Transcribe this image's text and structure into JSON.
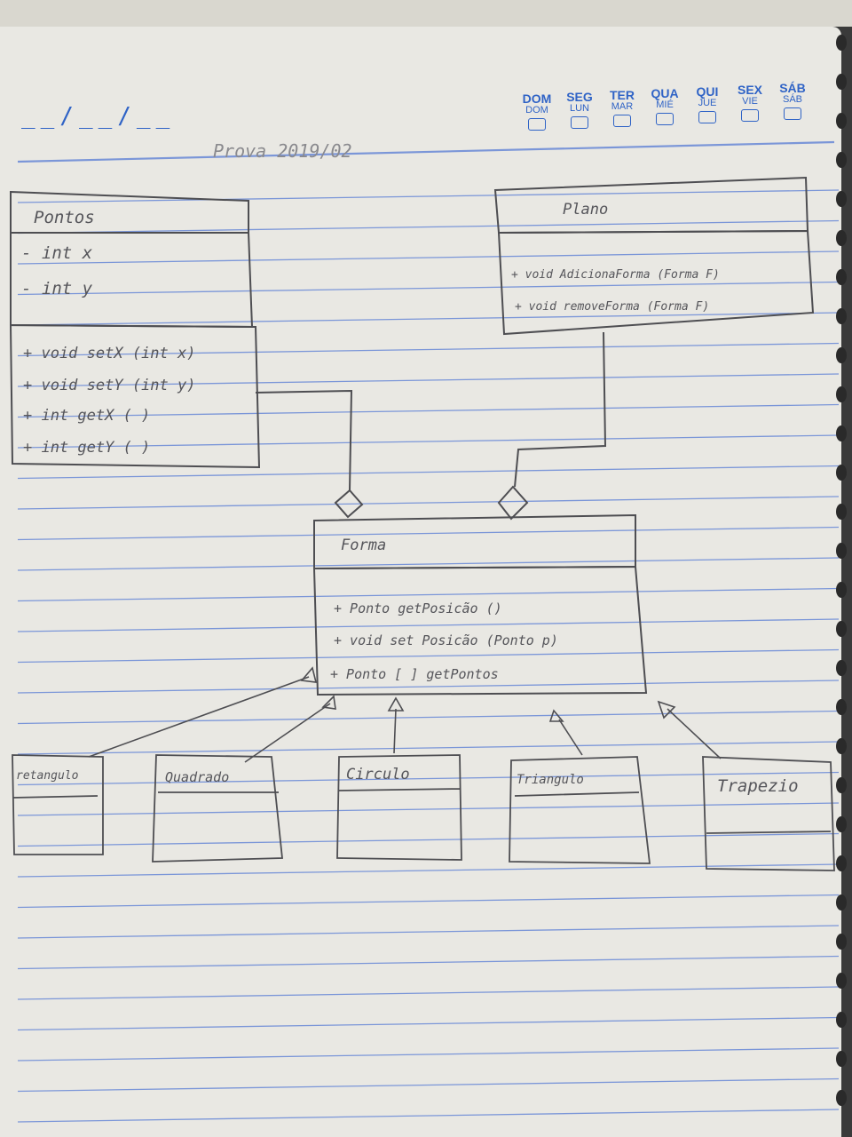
{
  "header": {
    "date_field": "__/__/__",
    "title": "Prova 2019/02",
    "weekdays": [
      {
        "pt": "DOM",
        "es": "DOM"
      },
      {
        "pt": "SEG",
        "es": "LUN"
      },
      {
        "pt": "TER",
        "es": "MAR"
      },
      {
        "pt": "QUA",
        "es": "MIÉ"
      },
      {
        "pt": "QUI",
        "es": "JUE"
      },
      {
        "pt": "SEX",
        "es": "VIE"
      },
      {
        "pt": "SÁB",
        "es": "SÁB"
      }
    ]
  },
  "classes": {
    "pontos": {
      "name": "Pontos",
      "attributes": [
        "- int  x",
        "- int  y"
      ],
      "methods": [
        "+ void  setX (int x)",
        "+ void  setY (int y)",
        "+ int   getX ( )",
        "+ int   getY ( )"
      ]
    },
    "plano": {
      "name": "Plano",
      "methods": [
        "+ void  AdicionaForma (Forma F)",
        "+ void  removeForma (Forma F)"
      ]
    },
    "forma": {
      "name": "Forma",
      "methods": [
        "+ Ponto  getPosicão ()",
        "+ void   set Posicão (Ponto p)",
        "+ Ponto [ ]  getPontos"
      ]
    },
    "retangulo": {
      "name": "retangulo"
    },
    "quadrado": {
      "name": "Quadrado"
    },
    "circulo": {
      "name": "Circulo"
    },
    "triangulo": {
      "name": "Triangulo"
    },
    "trapezio": {
      "name": "Trapezio"
    }
  },
  "colors": {
    "ruling": "#7b96d8",
    "pencil": "#4e4e52",
    "print": "#2f63c6",
    "paper": "#e9e8e3"
  }
}
